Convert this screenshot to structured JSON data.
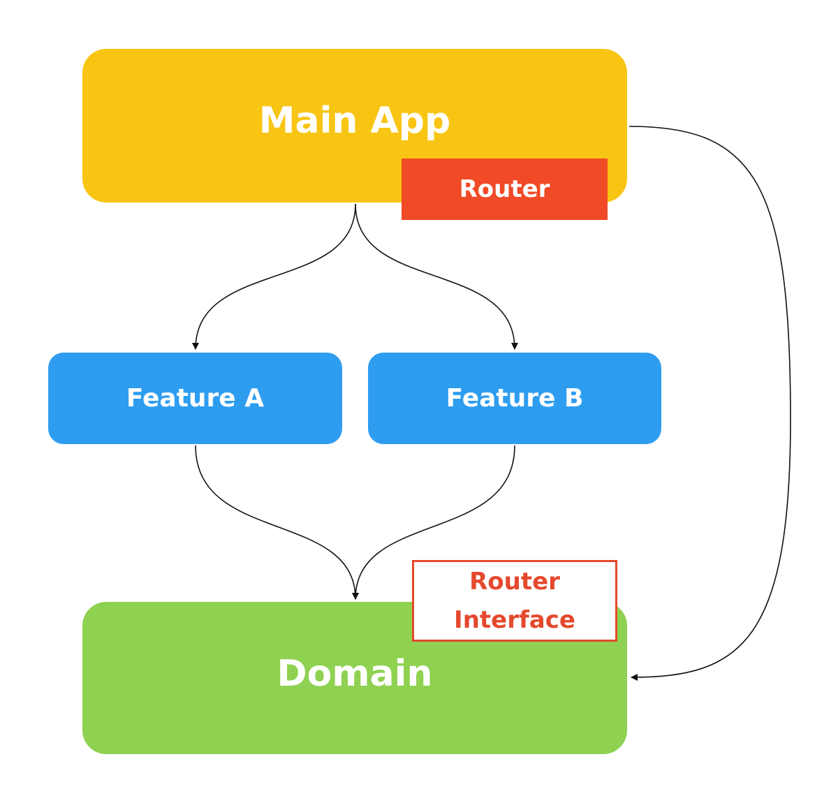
{
  "nodes": {
    "main_app": {
      "label": "Main App",
      "color": "#f8c514"
    },
    "router": {
      "label": "Router",
      "color": "#f04a26"
    },
    "feature_a": {
      "label": "Feature A",
      "color": "#2e9df0"
    },
    "feature_b": {
      "label": "Feature B",
      "color": "#2e9df0"
    },
    "domain": {
      "label": "Domain",
      "color": "#8fd151"
    },
    "router_interface": {
      "line1": "Router",
      "line2": "Interface",
      "color": "#e4492d"
    }
  },
  "edge_color": "#111111"
}
